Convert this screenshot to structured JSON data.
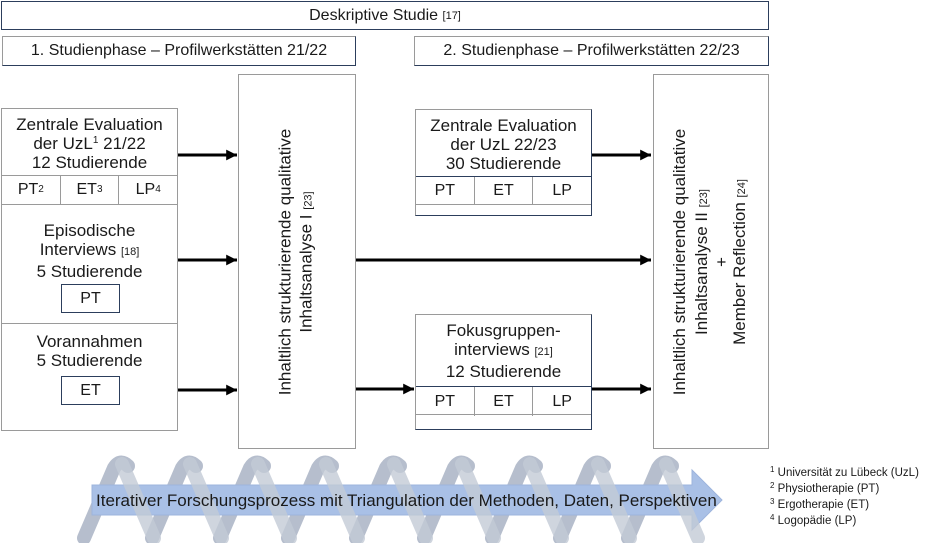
{
  "header": {
    "title": "Deskriptive Studie",
    "ref": "[17]"
  },
  "phases": [
    {
      "label": "1. Studienphase – Profilwerkstätten 21/22"
    },
    {
      "label": "2. Studienphase – Profilwerkstätten 22/23"
    }
  ],
  "phase1": {
    "zentrale": {
      "line1": "Zentrale Evaluation",
      "line2_pre": "der UzL",
      "line2_sup": "1",
      "line2_post": " 21/22",
      "line3": "12 Studierende",
      "cells": [
        {
          "label": "PT",
          "sup": "2"
        },
        {
          "label": "ET",
          "sup": "3"
        },
        {
          "label": "LP",
          "sup": "4"
        }
      ]
    },
    "episodisch": {
      "line1": "Episodische",
      "line2": "Interviews",
      "ref": "[18]",
      "line3": "5 Studierende",
      "tag": "PT"
    },
    "vorannahmen": {
      "line1": "Vorannahmen",
      "line2": "5 Studierende",
      "tag": "ET"
    },
    "analysis": {
      "line1": "Inhaltlich strukturierende qualitative",
      "line2": "Inhaltsanalyse I",
      "ref": "[23]"
    }
  },
  "phase2": {
    "zentrale": {
      "line1": "Zentrale Evaluation",
      "line2": "der UzL 22/23",
      "line3": "30 Studierende",
      "cells": [
        "PT",
        "ET",
        "LP"
      ]
    },
    "fokus": {
      "line1": "Fokusgruppen-",
      "line2": "interviews",
      "ref": "[21]",
      "line3": "12 Studierende",
      "cells": [
        "PT",
        "ET",
        "LP"
      ]
    },
    "analysis": {
      "line1": "Inhaltlich strukturierende qualitative",
      "line2": "Inhaltsanalyse II",
      "ref": "[23]",
      "plus": "+",
      "line3": "Member Reflection",
      "ref2": "[24]"
    }
  },
  "process_arrow": {
    "label": "Iterativer Forschungsprozess mit Triangulation der Methoden, Daten, Perspektiven",
    "fill": "#a9c0e6",
    "coil_color": "#c3cad6"
  },
  "legend": [
    {
      "num": "1",
      "text": "Universität zu Lübeck (UzL)"
    },
    {
      "num": "2",
      "text": "Physiotherapie (PT)"
    },
    {
      "num": "3",
      "text": "Ergotherapie (ET)"
    },
    {
      "num": "4",
      "text": "Logopädie (LP)"
    }
  ]
}
